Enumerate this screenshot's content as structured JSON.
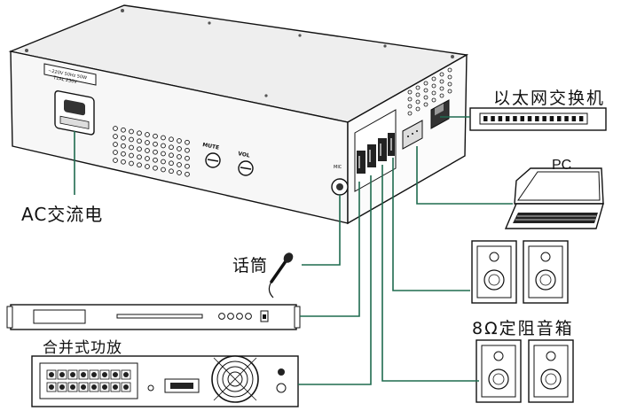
{
  "labels": {
    "ac_power": "AC交流电",
    "ethernet_switch": "以太网交换机",
    "pc": "PC",
    "microphone": "话筒",
    "speakers": "8Ω定阻音箱",
    "amplifier": "合并式功放"
  },
  "device": {
    "power_plate_line1": "~220V 50Hz 50W",
    "power_plate_line2": "T1AL 250V",
    "mute_label": "MUTE",
    "vol_label": "VOL",
    "mic_label": "MIC"
  }
}
